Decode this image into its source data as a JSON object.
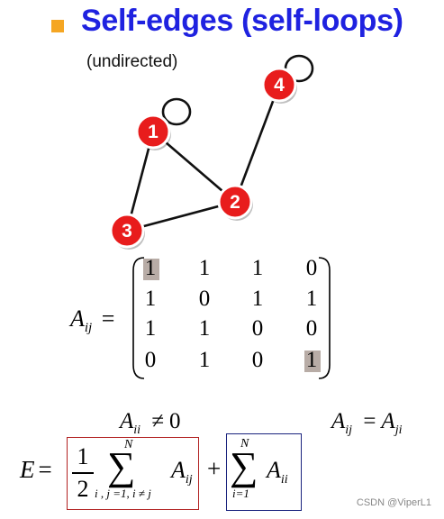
{
  "header": {
    "title": "Self-edges (self-loops)",
    "subtitle": "(undirected)"
  },
  "colors": {
    "title": "#1f22e0",
    "bullet": "#f5a623",
    "node_fill": "#e81c1c",
    "node_stroke": "#ffffff",
    "edge": "#111111",
    "highlight": "#b8aca6",
    "box_red": "#b22222",
    "box_blue": "#1a237e"
  },
  "graph": {
    "nodes": [
      {
        "id": "1",
        "label": "1"
      },
      {
        "id": "2",
        "label": "2"
      },
      {
        "id": "3",
        "label": "3"
      },
      {
        "id": "4",
        "label": "4"
      }
    ],
    "edges": [
      {
        "from": "1",
        "to": "1"
      },
      {
        "from": "1",
        "to": "2"
      },
      {
        "from": "1",
        "to": "3"
      },
      {
        "from": "2",
        "to": "3"
      },
      {
        "from": "2",
        "to": "4"
      },
      {
        "from": "4",
        "to": "4"
      }
    ]
  },
  "matrix": {
    "label_base": "A",
    "label_sub": "ij",
    "equals": "=",
    "rows": [
      [
        "1",
        "1",
        "1",
        "0"
      ],
      [
        "1",
        "0",
        "1",
        "1"
      ],
      [
        "1",
        "1",
        "0",
        "0"
      ],
      [
        "0",
        "1",
        "0",
        "1"
      ]
    ],
    "highlighted_cells": [
      [
        0,
        0
      ],
      [
        3,
        3
      ]
    ]
  },
  "equations": {
    "diag": {
      "base": "A",
      "sub": "ii",
      "rel": "≠",
      "rhs": "0"
    },
    "symmetry": {
      "lhs_base": "A",
      "lhs_sub": "ij",
      "rel": "=",
      "rhs_base": "A",
      "rhs_sub": "ji"
    },
    "edge_count": {
      "lhs": "E",
      "equals": "=",
      "frac_num": "1",
      "frac_den": "2",
      "sum1_upper": "N",
      "sum1_lower": "i , j =1, i ≠ j",
      "sum1_term_base": "A",
      "sum1_term_sub": "ij",
      "plus": "+",
      "sum2_upper": "N",
      "sum2_lower": "i=1",
      "sum2_term_base": "A",
      "sum2_term_sub": "ii"
    }
  },
  "watermark": "CSDN @ViperL1"
}
